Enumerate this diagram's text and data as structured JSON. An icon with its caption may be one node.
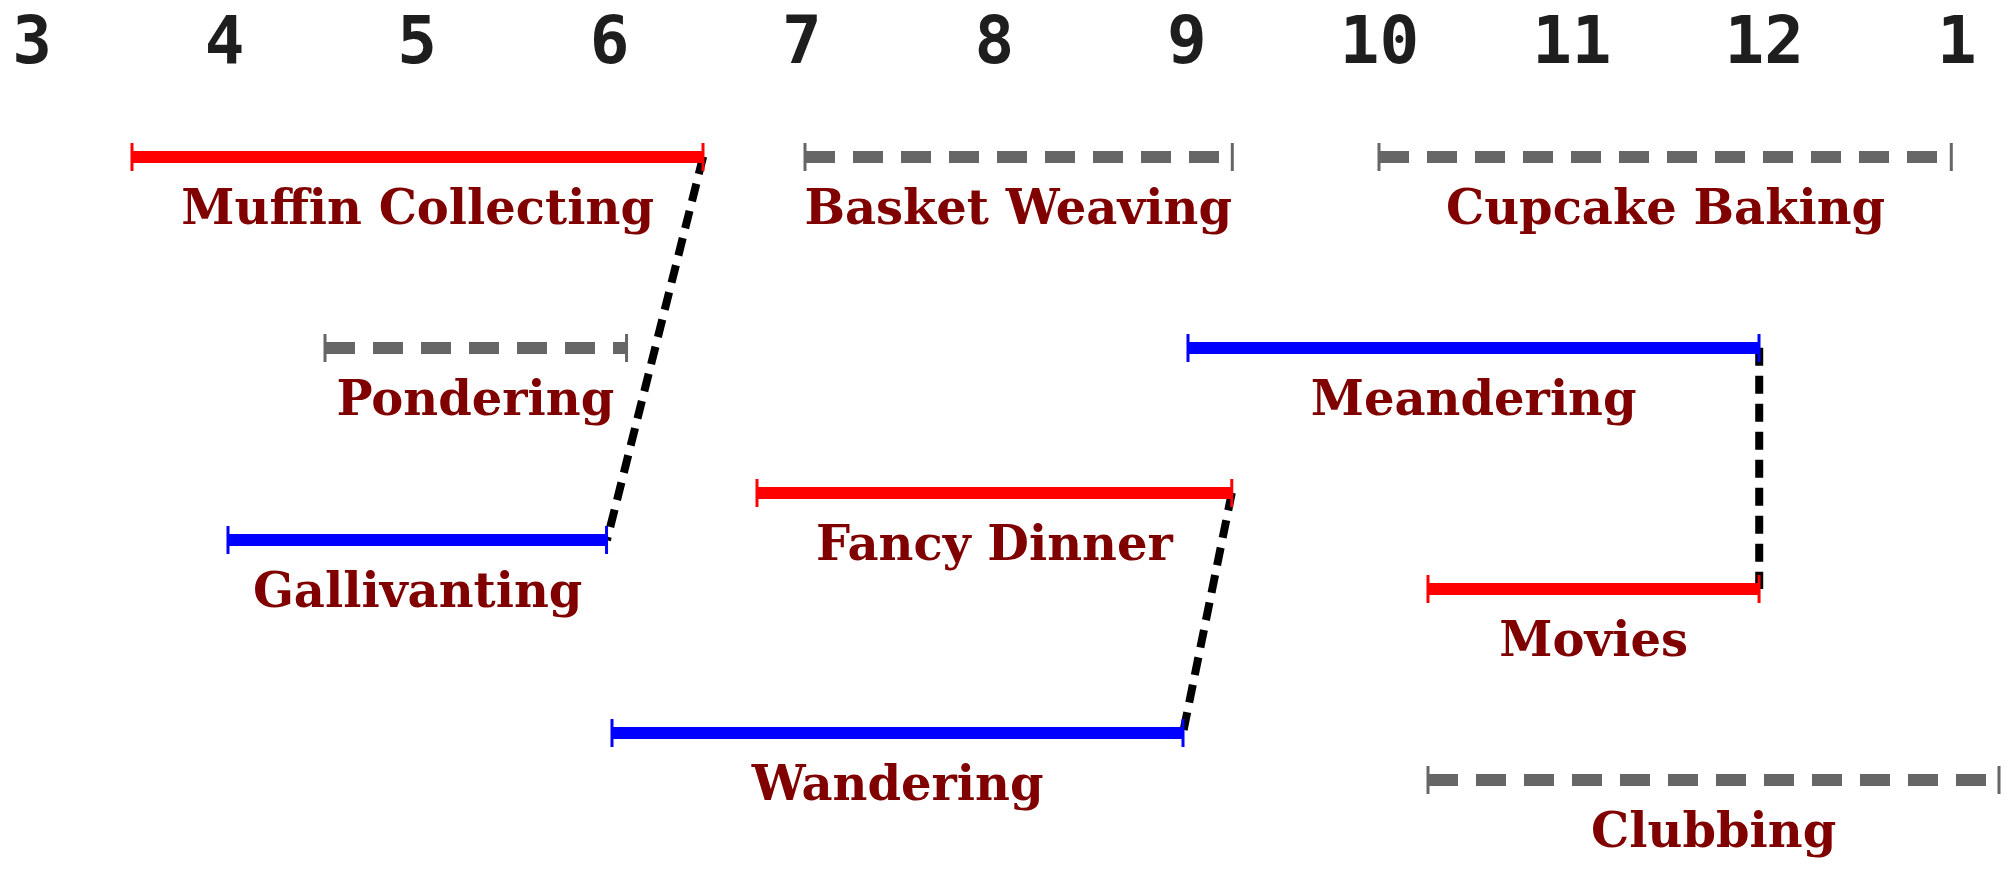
{
  "diagram": {
    "nodes": [
      {
        "text": [
          "Muffin Collecting"
        ]
      },
      {
        "text": [
          "Basket Weaving"
        ]
      },
      {
        "text": [
          "Cupcake Baking"
        ]
      },
      {
        "text": [
          "Pondering"
        ]
      },
      {
        "text": [
          "Meandering"
        ]
      },
      {
        "text": [
          "Fancy Dinner"
        ]
      },
      {
        "text": [
          "Gallivanting"
        ]
      },
      {
        "text": [
          "Movies"
        ]
      },
      {
        "text": [
          "Wandering"
        ]
      },
      {
        "text": [
          "Clubbing"
        ]
      }
    ],
    "edges": [
      {
        "from": 0,
        "to": 6,
        "arrow": "none",
        "style": "dashed"
      },
      {
        "from": 4,
        "to": 7,
        "arrow": "none",
        "style": "dashed"
      },
      {
        "from": 5,
        "to": 8,
        "arrow": "none",
        "style": "dashed"
      }
    ],
    "labels": [
      "3",
      "4",
      "5",
      "6",
      "7",
      "8",
      "9",
      "10",
      "11",
      "12",
      "1"
    ]
  }
}
